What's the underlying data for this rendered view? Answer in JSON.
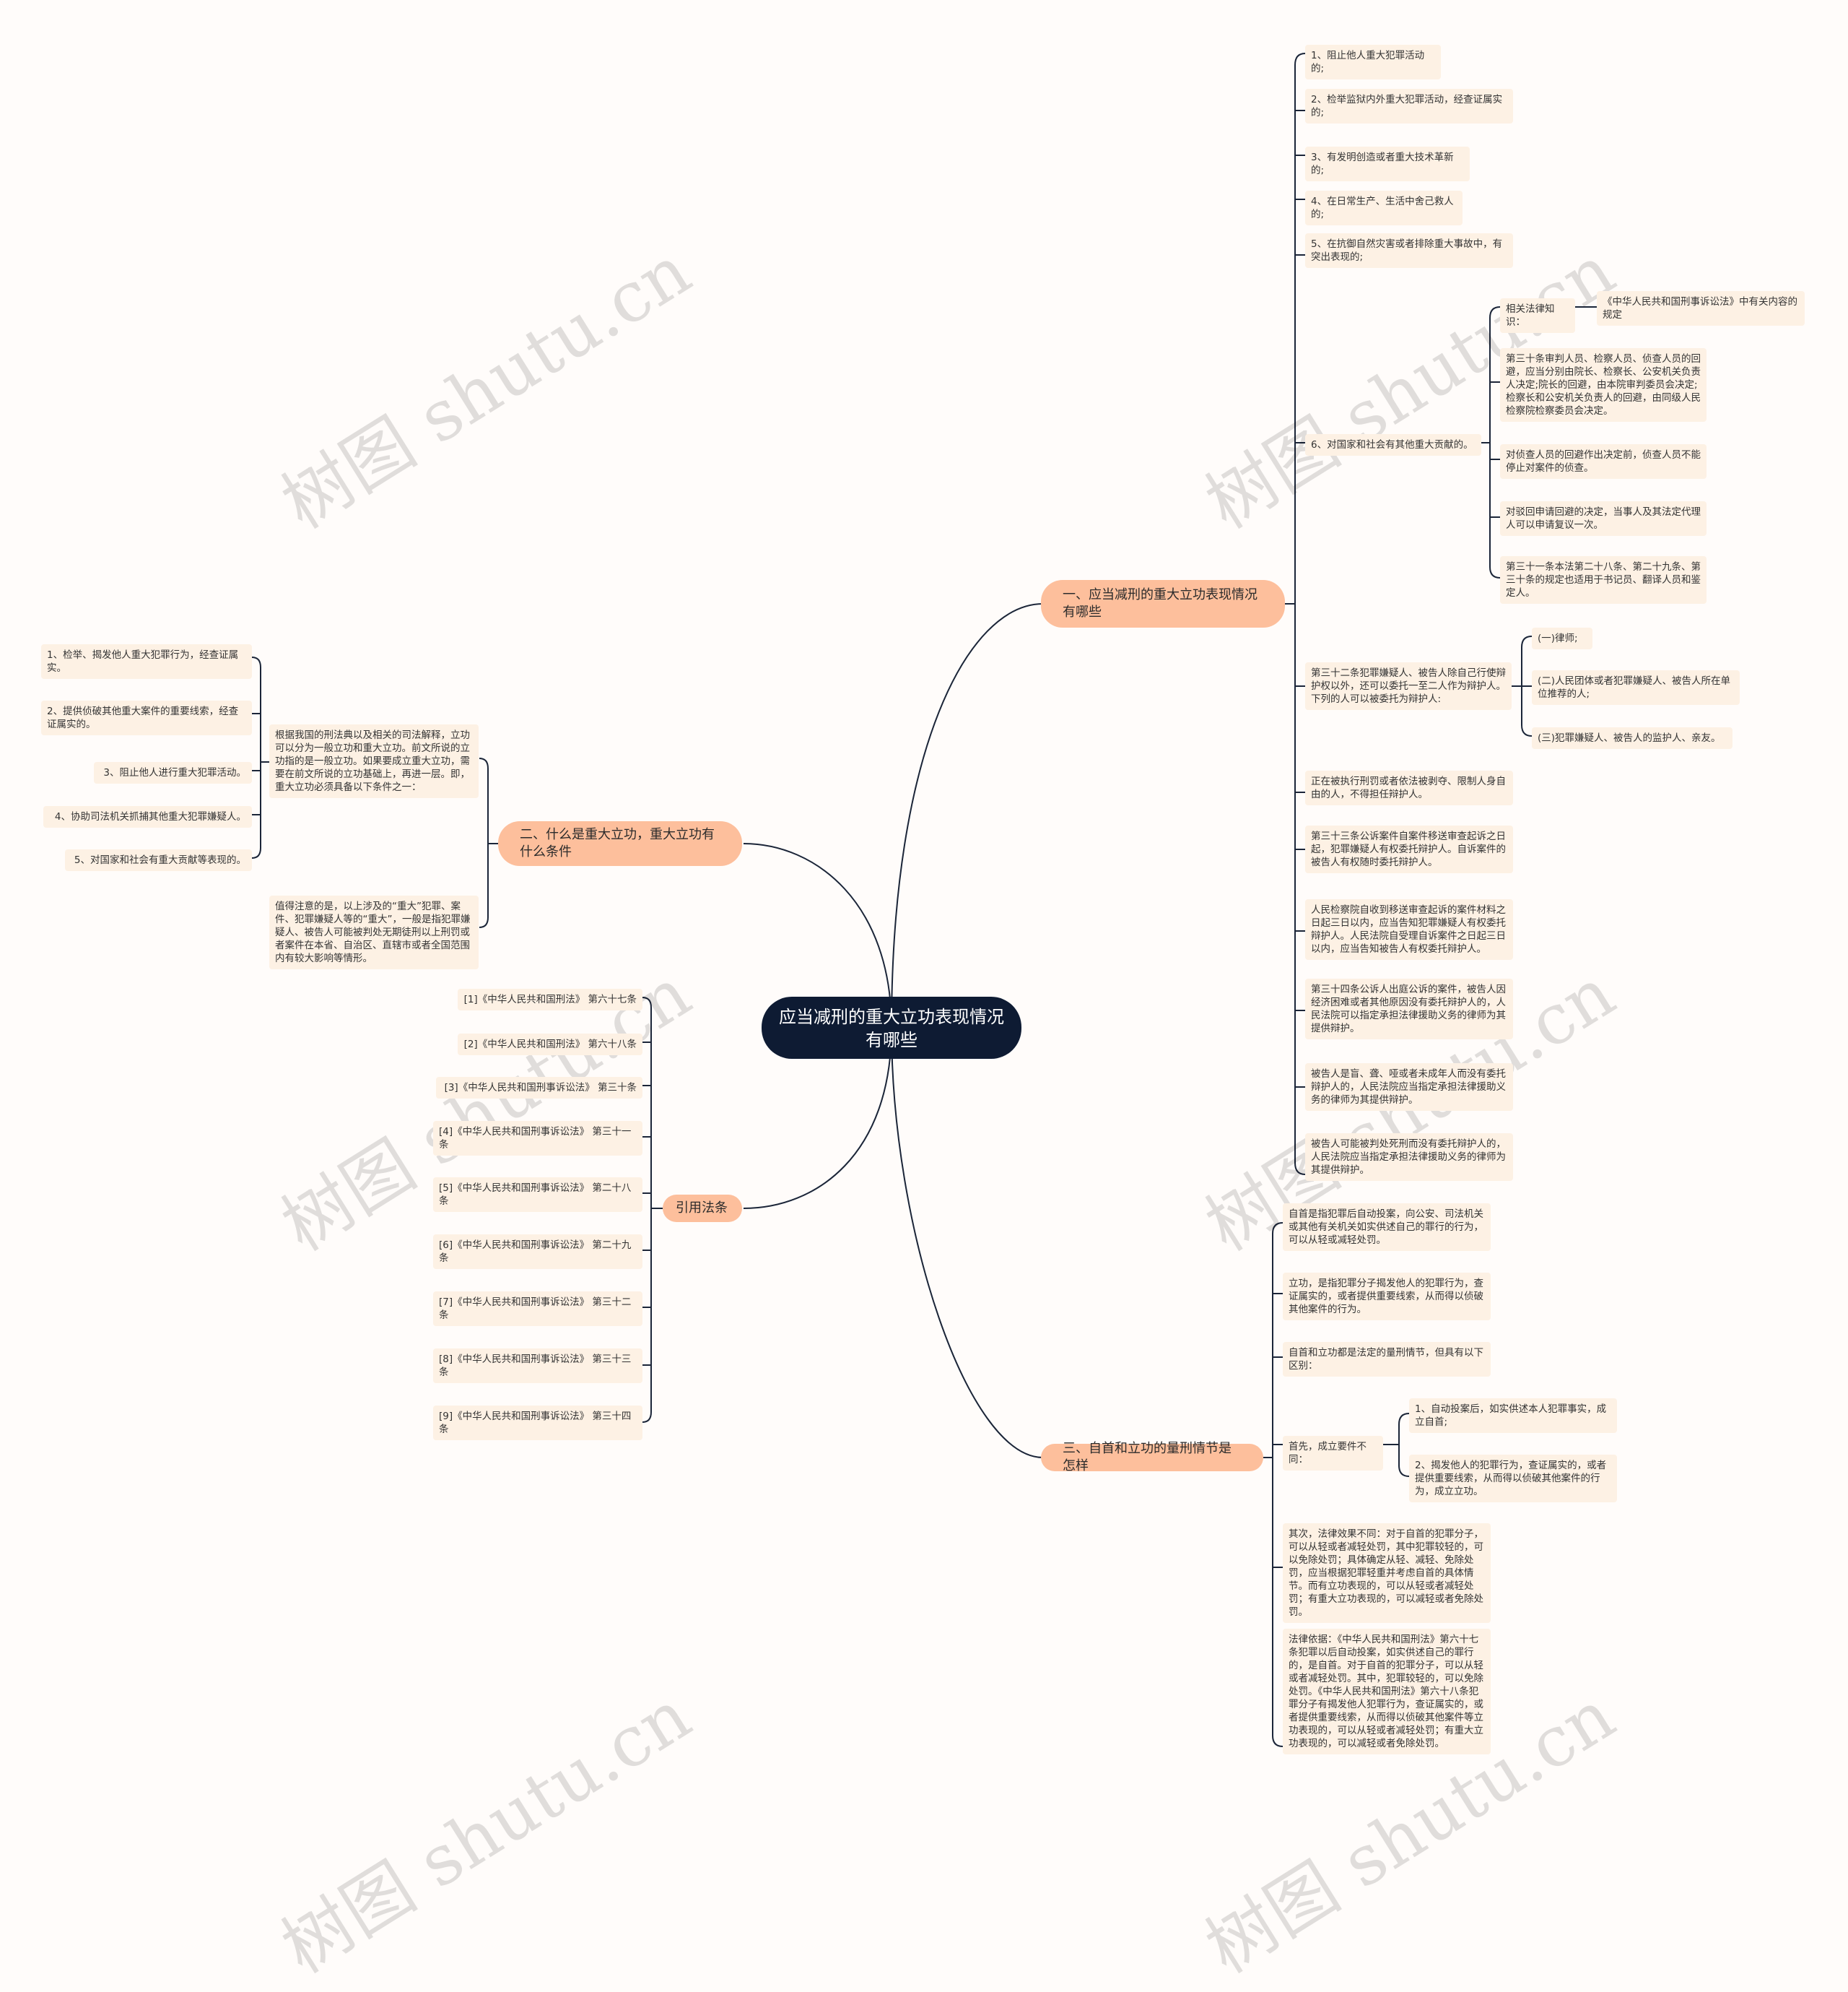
{
  "root": {
    "label": "应当减刑的重大立功表现情况有哪些"
  },
  "branches": {
    "b1": "一、应当减刑的重大立功表现情况有哪些",
    "b2": "二、什么是重大立功，重大立功有什么条件",
    "b3": "三、自首和立功的量刑情节是怎样",
    "b4": "引用法条"
  },
  "b1_items": {
    "i1": "1、阻止他人重大犯罪活动的;",
    "i2": "2、检举监狱内外重大犯罪活动，经查证属实的;",
    "i3": "3、有发明创造或者重大技术革新的;",
    "i4": "4、在日常生产、生活中舍己救人的;",
    "i5": "5、在抗御自然灾害或者排除重大事故中，有突出表现的;",
    "i6": "6、对国家和社会有其他重大贡献的。",
    "related_label": "相关法律知识：",
    "related_value": "《中华人民共和国刑事诉讼法》中有关内容的规定",
    "i6c1": "第三十条审判人员、检察人员、侦查人员的回避，应当分别由院长、检察长、公安机关负责人决定;院长的回避，由本院审判委员会决定;检察长和公安机关负责人的回避，由同级人民检察院检察委员会决定。",
    "i6c2": "对侦查人员的回避作出决定前，侦查人员不能停止对案件的侦查。",
    "i6c3": "对驳回申请回避的决定，当事人及其法定代理人可以申请复议一次。",
    "i6c4": "第三十一条本法第二十八条、第二十九条、第三十条的规定也适用于书记员、翻译人员和鉴定人。",
    "i7": "第三十二条犯罪嫌疑人、被告人除自己行使辩护权以外，还可以委托一至二人作为辩护人。下列的人可以被委托为辩护人:",
    "i7c1": "(一)律师;",
    "i7c2": "(二)人民团体或者犯罪嫌疑人、被告人所在单位推荐的人;",
    "i7c3": "(三)犯罪嫌疑人、被告人的监护人、亲友。",
    "i8": "正在被执行刑罚或者依法被剥夺、限制人身自由的人，不得担任辩护人。",
    "i9": "第三十三条公诉案件自案件移送审查起诉之日起，犯罪嫌疑人有权委托辩护人。自诉案件的被告人有权随时委托辩护人。",
    "i10": "人民检察院自收到移送审查起诉的案件材料之日起三日以内，应当告知犯罪嫌疑人有权委托辩护人。人民法院自受理自诉案件之日起三日以内，应当告知被告人有权委托辩护人。",
    "i11": "第三十四条公诉人出庭公诉的案件，被告人因经济困难或者其他原因没有委托辩护人的，人民法院可以指定承担法律援助义务的律师为其提供辩护。",
    "i12": "被告人是盲、聋、哑或者未成年人而没有委托辩护人的，人民法院应当指定承担法律援助义务的律师为其提供辩护。",
    "i13": "被告人可能被判处死刑而没有委托辩护人的，人民法院应当指定承担法律援助义务的律师为其提供辩护。"
  },
  "b2_items": {
    "intro": "根据我国的刑法典以及相关的司法解释，立功可以分为一般立功和重大立功。前文所说的立功指的是一般立功。如果要成立重大立功，需要在前文所说的立功基础上，再进一层。即，重大立功必须具备以下条件之一：",
    "c1": "1、检举、揭发他人重大犯罪行为，经查证属实。",
    "c2": "2、提供侦破其他重大案件的重要线索，经查证属实的。",
    "c3": "3、阻止他人进行重大犯罪活动。",
    "c4": "4、协助司法机关抓捕其他重大犯罪嫌疑人。",
    "c5": "5、对国家和社会有重大贡献等表现的。",
    "note": "值得注意的是，以上涉及的“重大”犯罪、案件、犯罪嫌疑人等的“重大”，一般是指犯罪嫌疑人、被告人可能被判处无期徒刑以上刑罚或者案件在本省、自治区、直辖市或者全国范围内有较大影响等情形。"
  },
  "b3_items": {
    "j1": "自首是指犯罪后自动投案，向公安、司法机关或其他有关机关如实供述自己的罪行的行为，可以从轻或减轻处罚。",
    "j2": "立功，是指犯罪分子揭发他人的犯罪行为，查证属实的，或者提供重要线索，从而得以侦破其他案件的行为。",
    "j3": "自首和立功都是法定的量刑情节，但具有以下区别：",
    "j4": "首先，成立要件不同：",
    "j4c1": "1、自动投案后，如实供述本人犯罪事实，成立自首;",
    "j4c2": "2、揭发他人的犯罪行为，查证属实的，或者提供重要线索，从而得以侦破其他案件的行为，成立立功。",
    "j5": "其次，法律效果不同：对于自首的犯罪分子，可以从轻或者减轻处罚，其中犯罪较轻的，可以免除处罚；具体确定从轻、减轻、免除处罚，应当根据犯罪轻重并考虑自首的具体情节。而有立功表现的，可以从轻或者减轻处罚；有重大立功表现的，可以减轻或者免除处罚。",
    "j6": "法律依据：《中华人民共和国刑法》第六十七条犯罪以后自动投案，如实供述自己的罪行的，是自首。对于自首的犯罪分子，可以从轻或者减轻处罚。其中，犯罪较轻的，可以免除处罚。《中华人民共和国刑法》第六十八条犯罪分子有揭发他人犯罪行为，查证属实的，或者提供重要线索，从而得以侦破其他案件等立功表现的，可以从轻或者减轻处罚；有重大立功表现的，可以减轻或者免除处罚。"
  },
  "b4_items": {
    "r1": "[1]《中华人民共和国刑法》 第六十七条",
    "r2": "[2]《中华人民共和国刑法》 第六十八条",
    "r3": "[3]《中华人民共和国刑事诉讼法》 第三十条",
    "r4": "[4]《中华人民共和国刑事诉讼法》 第三十一条",
    "r5": "[5]《中华人民共和国刑事诉讼法》 第二十八条",
    "r6": "[6]《中华人民共和国刑事诉讼法》 第二十九条",
    "r7": "[7]《中华人民共和国刑事诉讼法》 第三十二条",
    "r8": "[8]《中华人民共和国刑事诉讼法》 第三十三条",
    "r9": "[9]《中华人民共和国刑事诉讼法》 第三十四条"
  },
  "watermark": "树图 shutu.cn",
  "colors": {
    "background": "#fffcfa",
    "root_fill": "#0e1b33",
    "branch_fill": "#fdbf9c",
    "leaf_fill": "#fdf1e4",
    "connector": "#1b2538"
  }
}
